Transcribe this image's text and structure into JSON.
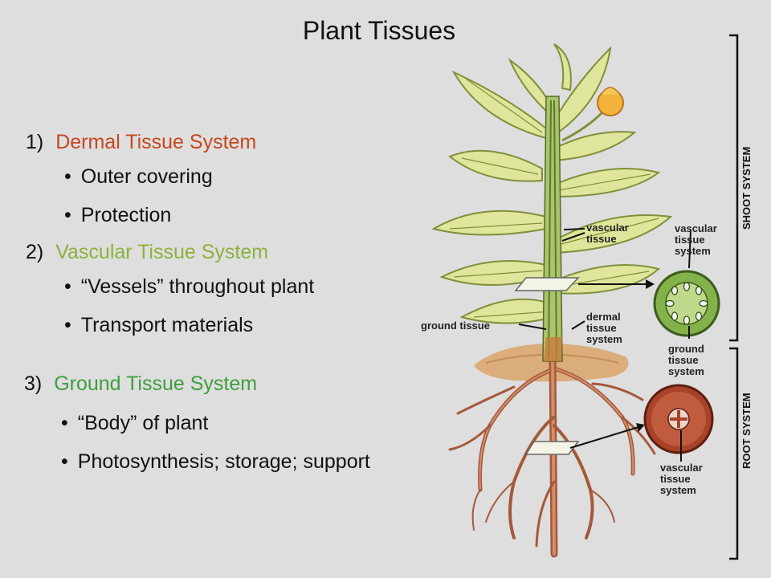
{
  "title": "Plant Tissues",
  "colors": {
    "dermal": "#c8461e",
    "vascular": "#8db13c",
    "ground": "#3e9e3e"
  },
  "sections": [
    {
      "number": "1)",
      "heading": "Dermal Tissue System",
      "bullets": [
        "Outer covering",
        "Protection"
      ]
    },
    {
      "number": "2)",
      "heading": "Vascular Tissue System",
      "bullets": [
        "“Vessels” throughout plant",
        "Transport materials"
      ]
    },
    {
      "number": "3)",
      "heading": "Ground Tissue System",
      "bullets": [
        "“Body” of plant",
        "Photosynthesis; storage; support"
      ]
    }
  ],
  "diagram": {
    "labels": {
      "vascular_tissue_stem": [
        "vascular",
        "tissue"
      ],
      "vascular_tissue_system_top": [
        "vascular",
        "tissue",
        "system"
      ],
      "ground_tissue": "ground tissue",
      "dermal_tissue_system": [
        "dermal",
        "tissue",
        "system"
      ],
      "ground_tissue_system": [
        "ground",
        "tissue",
        "system"
      ],
      "vascular_tissue_system_root": [
        "vascular",
        "tissue",
        "system"
      ]
    },
    "brackets": {
      "shoot": "SHOOT SYSTEM",
      "root": "ROOT SYSTEM"
    }
  }
}
